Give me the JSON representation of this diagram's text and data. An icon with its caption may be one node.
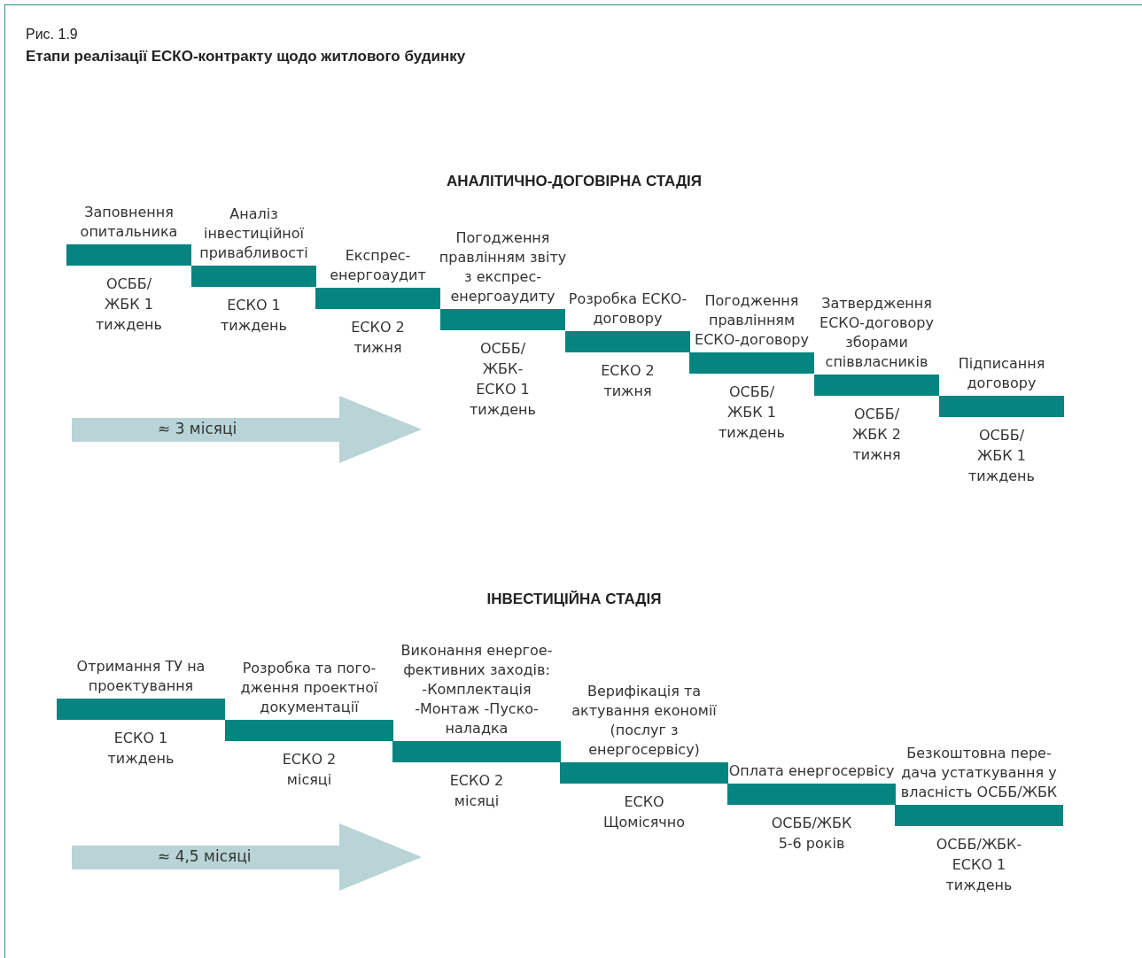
{
  "diagram": {
    "title": "Етапи реалізації ЕСКО-контракту щодо житлового будинку",
    "nodes": [
      {
        "text": [
          "Заповнення опитальника",
          "ОСББ/ЖБК 1 тиждень"
        ]
      },
      {
        "text": [
          "Аналіз інвестиційної привабливості",
          "ЕСКО 1 тиждень"
        ]
      },
      {
        "text": [
          "Експрес-енергоаудит",
          "ЕСКО 2 тижня"
        ]
      },
      {
        "text": [
          "Погодження правлінням звіту з експрес-енергоаудиту",
          "ОСББ/ЖБК-ЕСКО 1 тиждень"
        ]
      },
      {
        "text": [
          "Розробка ЕСКО-договору",
          "ЕСКО 2 тижня"
        ]
      },
      {
        "text": [
          "Погодження правлінням ЕСКО-договору",
          "ОСББ/ЖБК 1 тиждень"
        ]
      },
      {
        "text": [
          "Затвердження ЕСКО-договору зборами співвласників",
          "ОСББ/ЖБК 2 тижня"
        ]
      },
      {
        "text": [
          "Підписання договору",
          "ОСББ/ЖБК 1 тиждень"
        ]
      },
      {
        "text": [
          "≈ 3 місяці"
        ]
      },
      {
        "text": [
          "Отримання ТУ на проектування",
          "ЕСКО 1 тиждень"
        ]
      },
      {
        "text": [
          "Розробка та пого-дження проектної документації",
          "ЕСКО 2 місяці"
        ]
      },
      {
        "text": [
          "Виконання енергое-фективних заходів: -Комплектація -Монтаж -Пуско-наладка",
          "ЕСКО 2 місяці"
        ]
      },
      {
        "text": [
          "Верифікація та актування економії (послуг з енергосервісу)",
          "ЕСКО Щомісячно"
        ]
      },
      {
        "text": [
          "Оплата енергосервісу",
          "ОСББ/ЖБК 5-6 років"
        ]
      },
      {
        "text": [
          "Безкоштовна пере-дача устаткування у власність ОСББ/ЖБК",
          "ОСББ/ЖБК-ЕСКО 1 тиждень"
        ]
      },
      {
        "text": [
          "≈ 4,5 місяці"
        ]
      }
    ],
    "labels": [
      "Рис. 1.9",
      "АНАЛІТИЧНО-ДОГОВІРНА СТАДІЯ",
      "ІНВЕСТИЦІЙНА СТАДІЯ"
    ]
  }
}
